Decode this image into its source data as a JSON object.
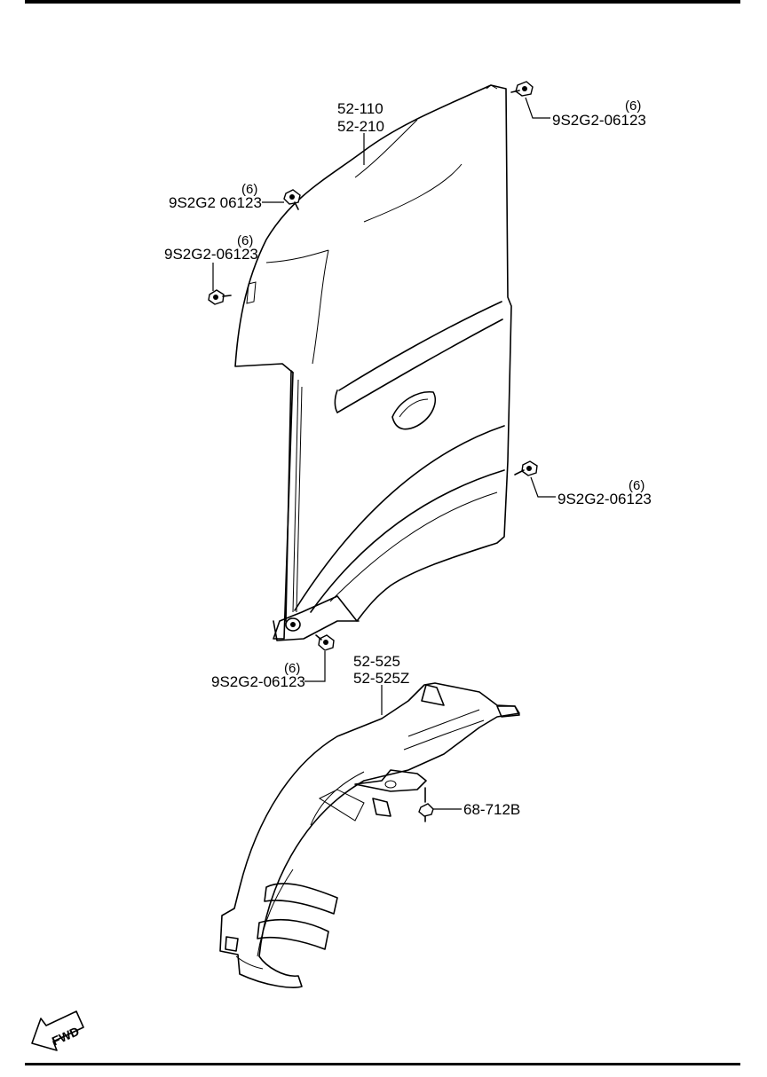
{
  "labels": {
    "fender_part": [
      "52-110",
      "52-210"
    ],
    "mudguard_part": [
      "52-525",
      "52-525Z"
    ],
    "clip_part": "68-712B",
    "bolts": [
      {
        "qty": "(6)",
        "part": "9S2G2-06123"
      },
      {
        "qty": "(6)",
        "part": "9S2G2 06123"
      },
      {
        "qty": "(6)",
        "part": "9S2G2-06123"
      },
      {
        "qty": "(6)",
        "part": "9S2G2-06123"
      },
      {
        "qty": "(6)",
        "part": "9S2G2-06123"
      }
    ]
  },
  "fwd_text": "FWD"
}
